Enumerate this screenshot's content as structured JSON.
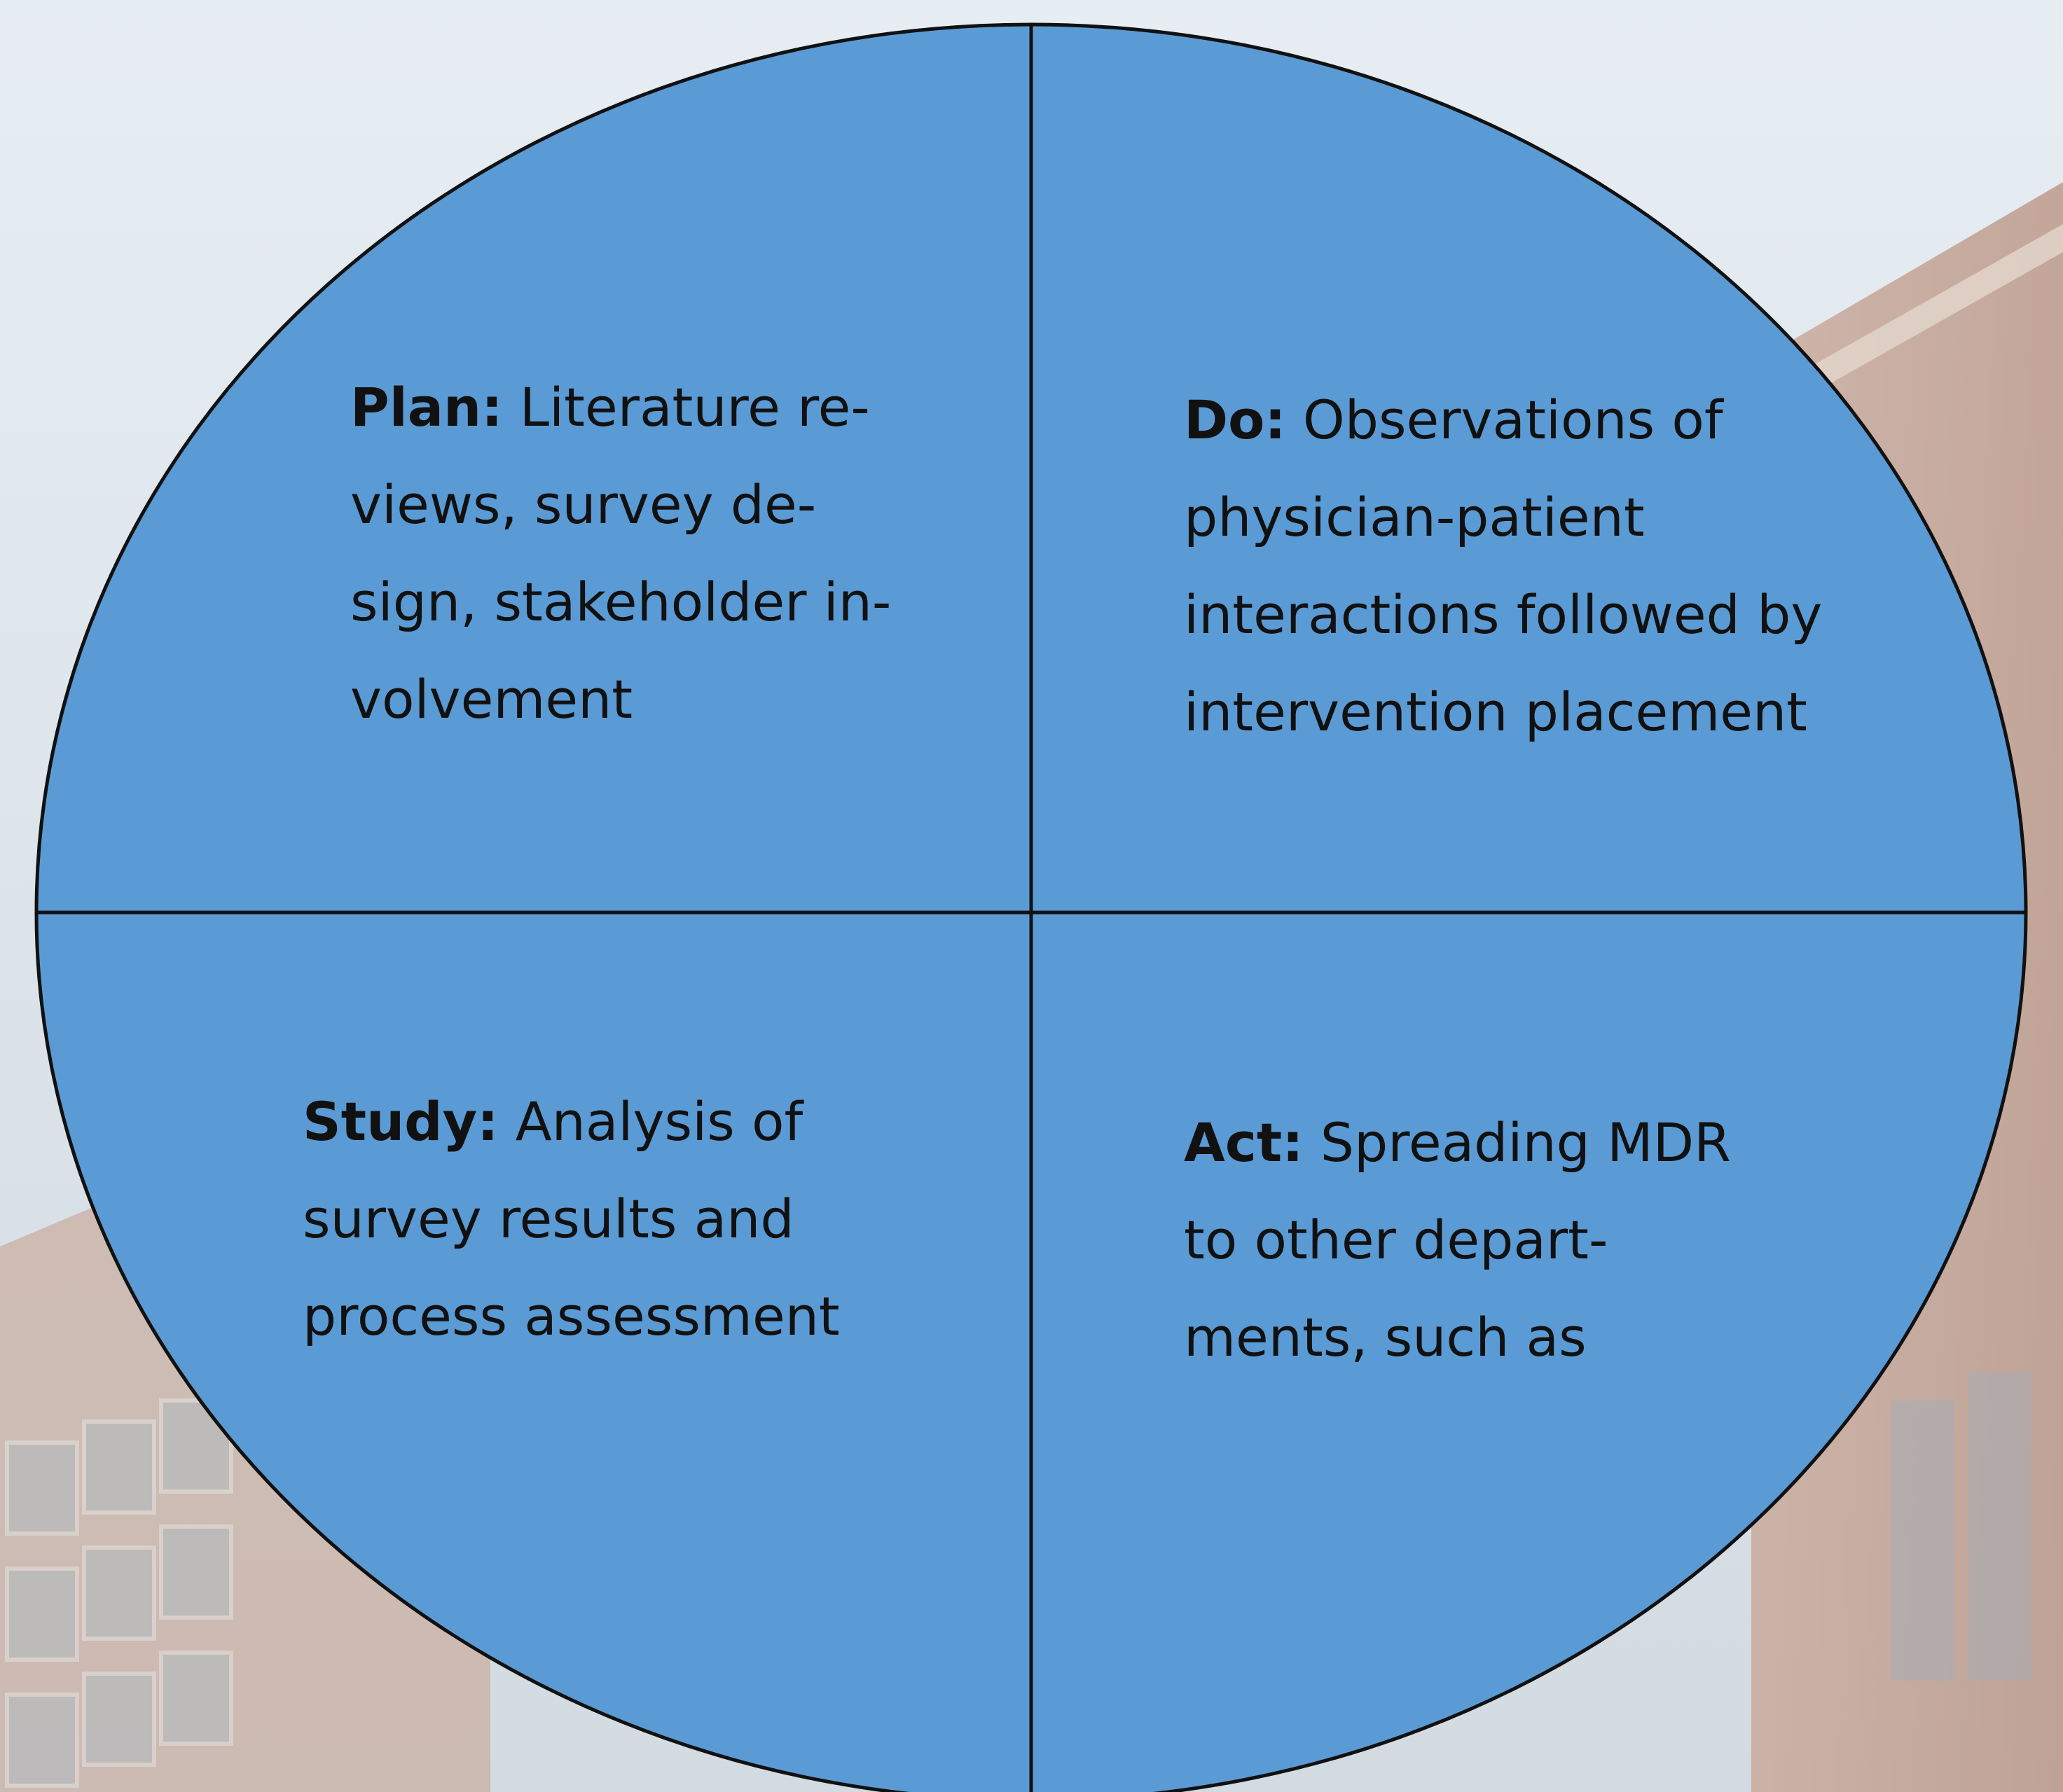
{
  "colors": {
    "circle_fill": "#5b9bd5",
    "outline": "#111111",
    "text": "#111111",
    "sky": "#dbe4ec",
    "building_brick": "#c9a995",
    "building_glass": "#b8c4cb"
  },
  "quadrants": {
    "plan": {
      "term": "Plan:",
      "lines": [
        "Literature re-",
        "views, survey de-",
        "sign, stakeholder in-",
        "volvement"
      ]
    },
    "do": {
      "term": "Do:",
      "lines": [
        "Observations of",
        "physician-patient",
        "interactions followed by",
        "intervention placement"
      ]
    },
    "study": {
      "term": "Study:",
      "lines": [
        "Analysis of",
        "survey results and",
        "process assessment"
      ]
    },
    "act": {
      "term": "Act:",
      "lines": [
        "Spreading MDR",
        "to other depart-",
        "ments, such as"
      ]
    }
  }
}
